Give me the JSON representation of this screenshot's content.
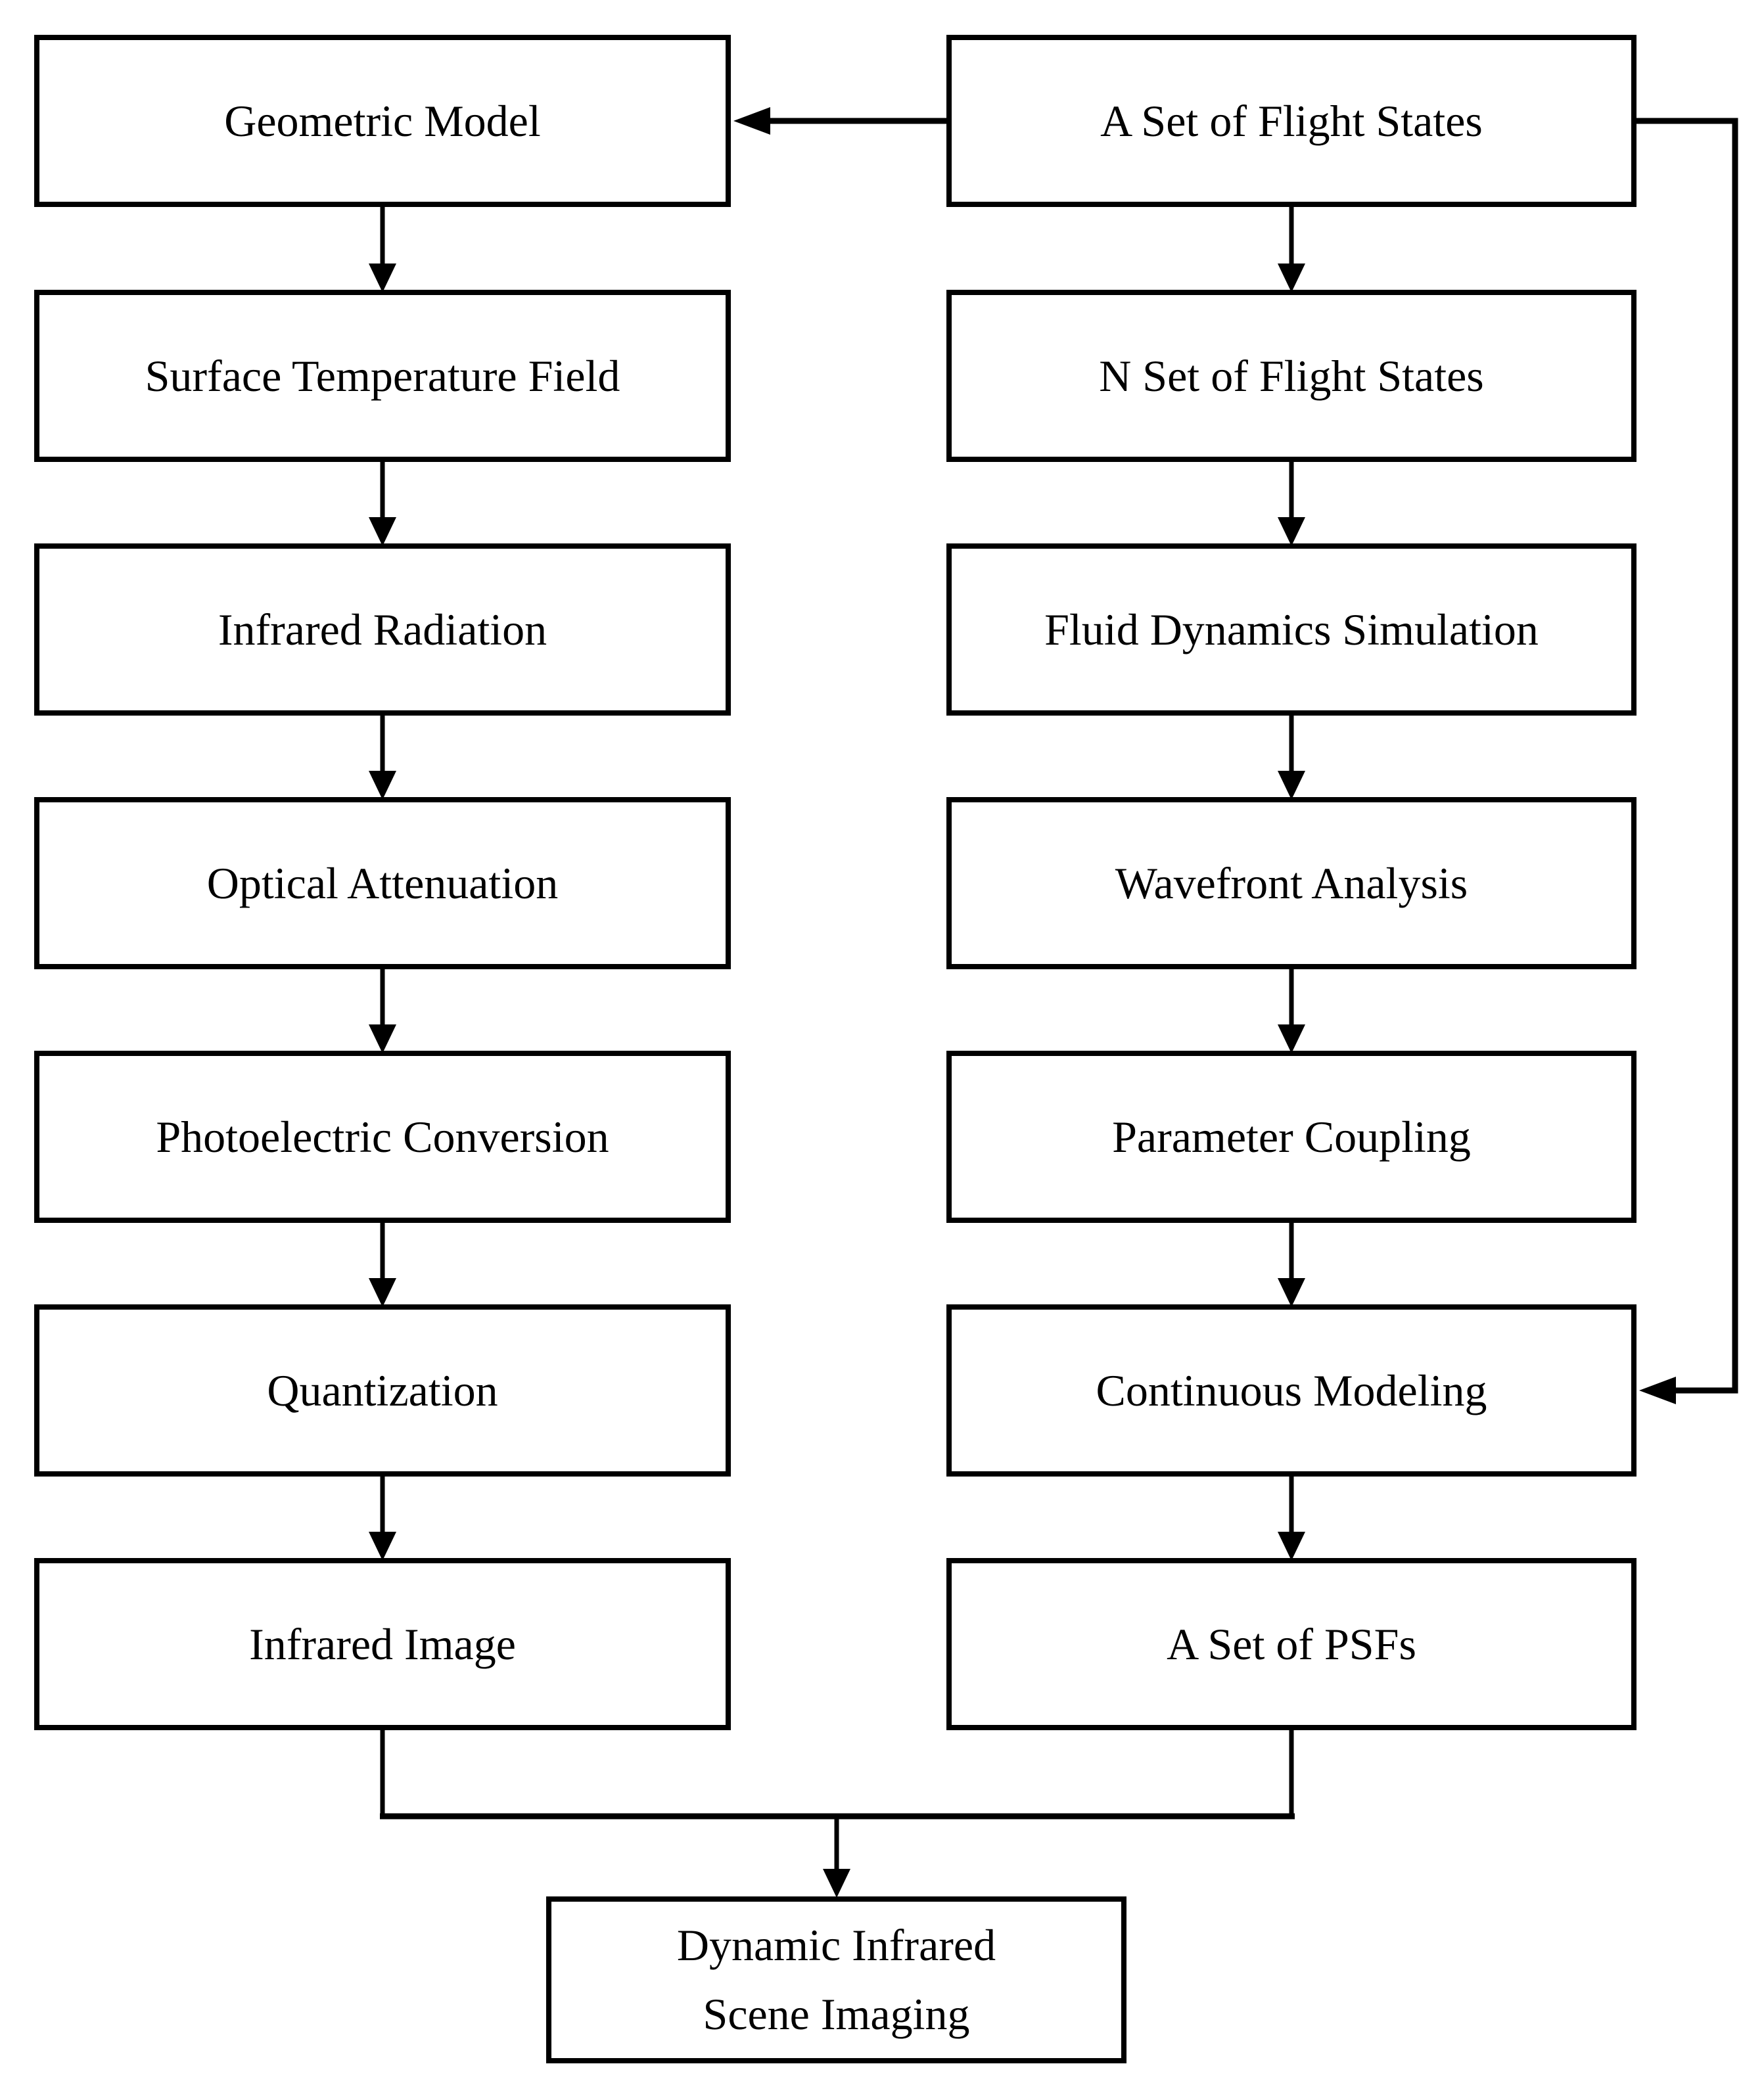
{
  "diagram": {
    "left_column": [
      {
        "label": "Geometric Model"
      },
      {
        "label": "Surface Temperature Field"
      },
      {
        "label": "Infrared Radiation"
      },
      {
        "label": "Optical Attenuation"
      },
      {
        "label": "Photoelectric Conversion"
      },
      {
        "label": "Quantization"
      },
      {
        "label": "Infrared Image"
      }
    ],
    "right_column": [
      {
        "label": "A Set of Flight States"
      },
      {
        "label": "N Set of Flight States"
      },
      {
        "label": "Fluid Dynamics Simulation"
      },
      {
        "label": "Wavefront Analysis"
      },
      {
        "label": "Parameter Coupling"
      },
      {
        "label": "Continuous Modeling"
      },
      {
        "label": "A Set of PSFs"
      }
    ],
    "bottom": {
      "line1": "Dynamic Infrared",
      "line2": "Scene Imaging"
    },
    "colors": {
      "line": "#000000",
      "background": "#ffffff",
      "box_fill": "#ffffff"
    }
  }
}
